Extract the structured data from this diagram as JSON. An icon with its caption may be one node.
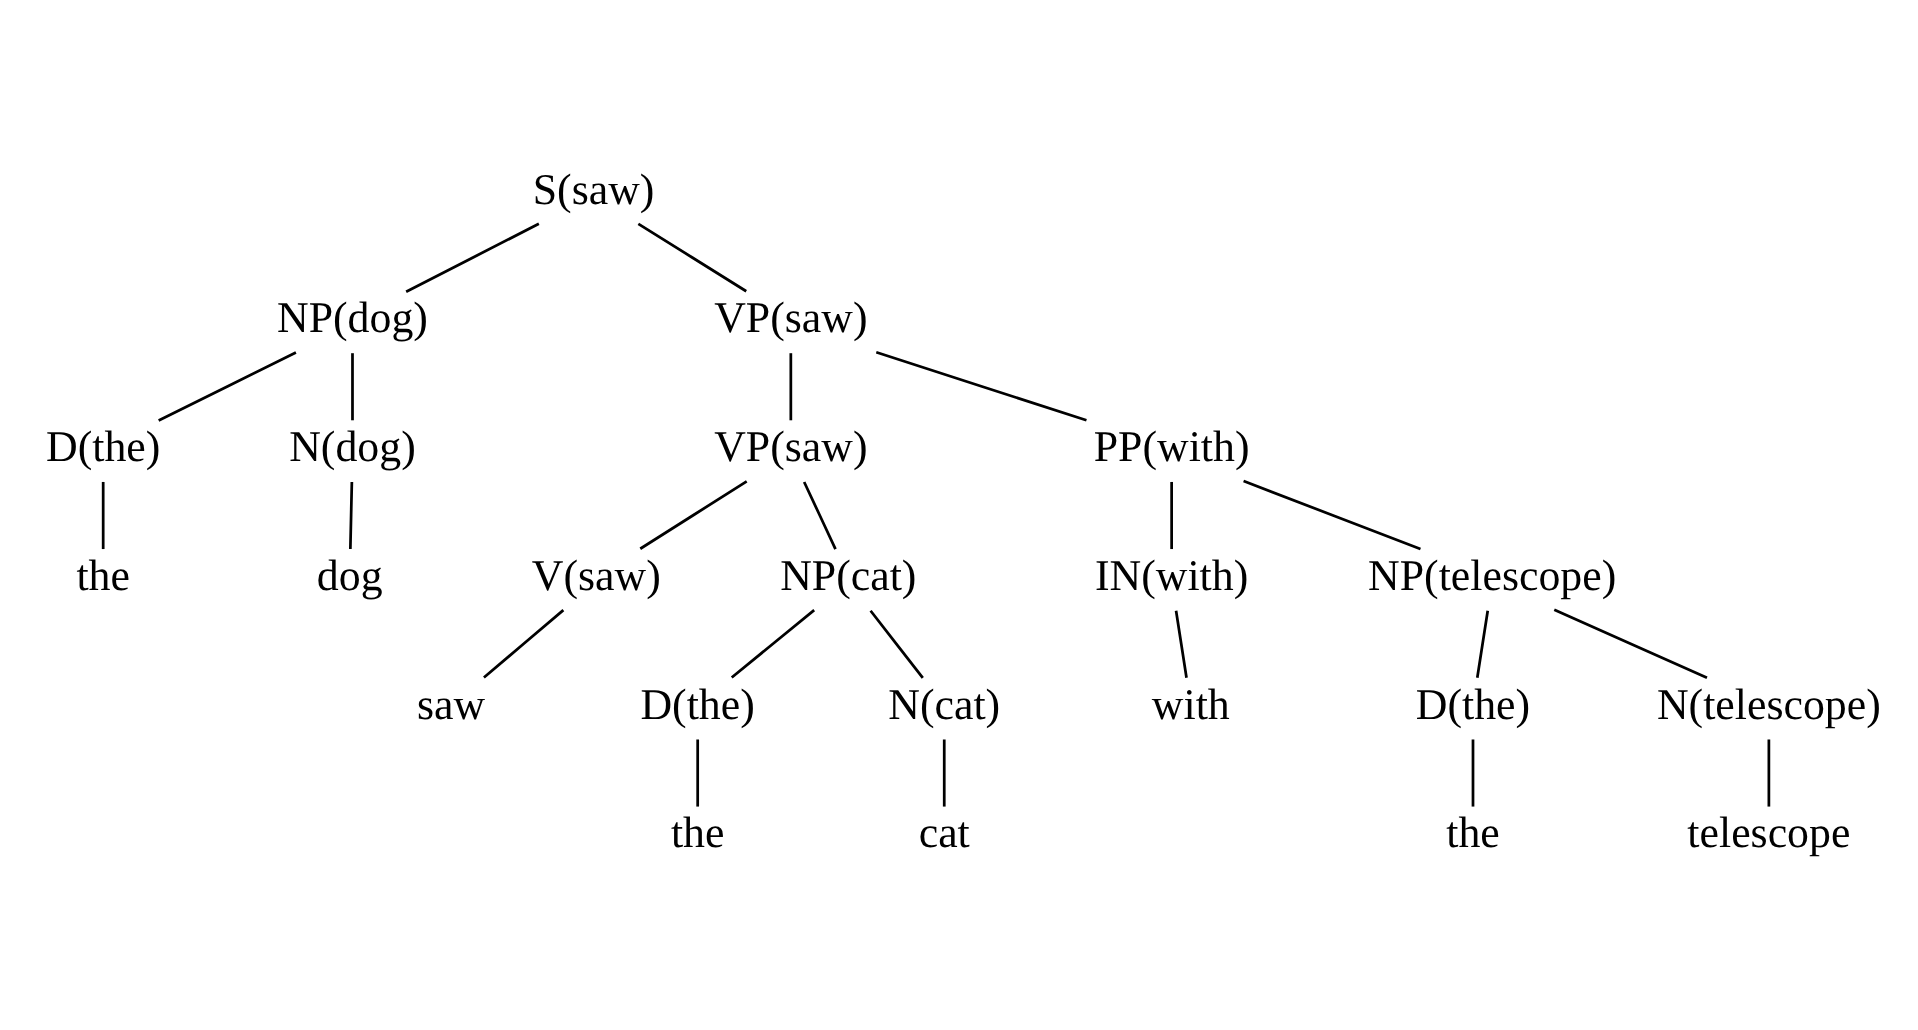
{
  "diagram": {
    "nodes": [
      {
        "text": [
          "S(saw)"
        ]
      },
      {
        "text": [
          "NP(dog)"
        ]
      },
      {
        "text": [
          "VP(saw)"
        ]
      },
      {
        "text": [
          "D(the)"
        ]
      },
      {
        "text": [
          "N(dog)"
        ]
      },
      {
        "text": [
          "VP(saw)"
        ]
      },
      {
        "text": [
          "PP(with)"
        ]
      },
      {
        "text": [
          "the"
        ]
      },
      {
        "text": [
          "dog"
        ]
      },
      {
        "text": [
          "V(saw)"
        ]
      },
      {
        "text": [
          "NP(cat)"
        ]
      },
      {
        "text": [
          "IN(with)"
        ]
      },
      {
        "text": [
          "NP(telescope)"
        ]
      },
      {
        "text": [
          "saw"
        ]
      },
      {
        "text": [
          "D(the)"
        ]
      },
      {
        "text": [
          "N(cat)"
        ]
      },
      {
        "text": [
          "with"
        ]
      },
      {
        "text": [
          "D(the)"
        ]
      },
      {
        "text": [
          "N(telescope)"
        ]
      },
      {
        "text": [
          "the"
        ]
      },
      {
        "text": [
          "cat"
        ]
      },
      {
        "text": [
          "the"
        ]
      },
      {
        "text": [
          "telescope"
        ]
      }
    ],
    "edges": [
      {
        "from": 0,
        "to": 1,
        "arrow": "none"
      },
      {
        "from": 0,
        "to": 2,
        "arrow": "none"
      },
      {
        "from": 1,
        "to": 3,
        "arrow": "none"
      },
      {
        "from": 1,
        "to": 4,
        "arrow": "none"
      },
      {
        "from": 3,
        "to": 7,
        "arrow": "none"
      },
      {
        "from": 4,
        "to": 8,
        "arrow": "none"
      },
      {
        "from": 2,
        "to": 5,
        "arrow": "none"
      },
      {
        "from": 2,
        "to": 6,
        "arrow": "none"
      },
      {
        "from": 5,
        "to": 9,
        "arrow": "none"
      },
      {
        "from": 5,
        "to": 10,
        "arrow": "none"
      },
      {
        "from": 9,
        "to": 13,
        "arrow": "none"
      },
      {
        "from": 10,
        "to": 14,
        "arrow": "none"
      },
      {
        "from": 10,
        "to": 15,
        "arrow": "none"
      },
      {
        "from": 14,
        "to": 19,
        "arrow": "none"
      },
      {
        "from": 15,
        "to": 20,
        "arrow": "none"
      },
      {
        "from": 6,
        "to": 11,
        "arrow": "none"
      },
      {
        "from": 6,
        "to": 12,
        "arrow": "none"
      },
      {
        "from": 11,
        "to": 16,
        "arrow": "none"
      },
      {
        "from": 12,
        "to": 17,
        "arrow": "none"
      },
      {
        "from": 12,
        "to": 18,
        "arrow": "none"
      },
      {
        "from": 17,
        "to": 21,
        "arrow": "none"
      },
      {
        "from": 18,
        "to": 22,
        "arrow": "none"
      }
    ]
  }
}
